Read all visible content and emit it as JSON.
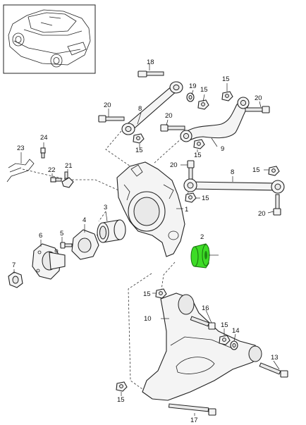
{
  "callouts": {
    "c1": "1",
    "c2": "2",
    "c3": "3",
    "c4": "4",
    "c5": "5",
    "c6": "6",
    "c7": "7",
    "c8a": "8",
    "c8b": "8",
    "c9": "9",
    "c10": "10",
    "c13": "13",
    "c14": "14",
    "c15a": "15",
    "c15b": "15",
    "c15c": "15",
    "c15d": "15",
    "c15e": "15",
    "c15f": "15",
    "c15g": "15",
    "c15h": "15",
    "c15i": "15",
    "c16": "16",
    "c17": "17",
    "c18": "18",
    "c19": "19",
    "c20a": "20",
    "c20b": "20",
    "c20c": "20",
    "c20d": "20",
    "c20e": "20",
    "c21": "21",
    "c22": "22",
    "c23": "23",
    "c24": "24"
  },
  "colors": {
    "highlight": "#3ddc26",
    "line": "#222222",
    "background": "#ffffff"
  },
  "highlighted_part": "2"
}
